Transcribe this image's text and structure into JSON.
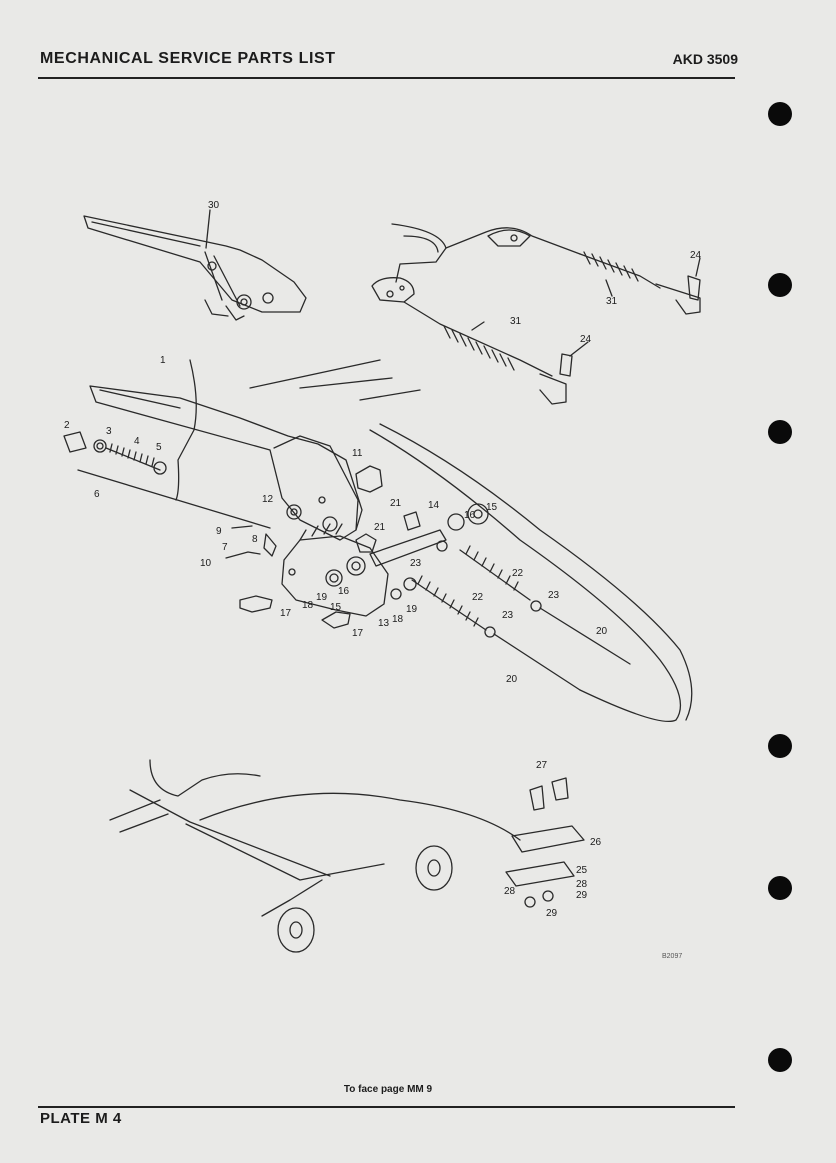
{
  "header": {
    "title": "MECHANICAL SERVICE PARTS LIST",
    "code": "AKD 3509"
  },
  "footer": {
    "plate": "PLATE M 4",
    "face_page": "To face page MM 9"
  },
  "drawing_ref": "B2097",
  "callouts": [
    "1",
    "2",
    "3",
    "4",
    "5",
    "6",
    "7",
    "8",
    "9",
    "10",
    "11",
    "12",
    "13",
    "14",
    "15",
    "15",
    "16",
    "16",
    "17",
    "17",
    "18",
    "18",
    "19",
    "19",
    "20",
    "20",
    "21",
    "21",
    "22",
    "22",
    "23",
    "23",
    "24",
    "24",
    "25",
    "26",
    "27",
    "28",
    "28",
    "29",
    "29",
    "30",
    "31",
    "31"
  ]
}
